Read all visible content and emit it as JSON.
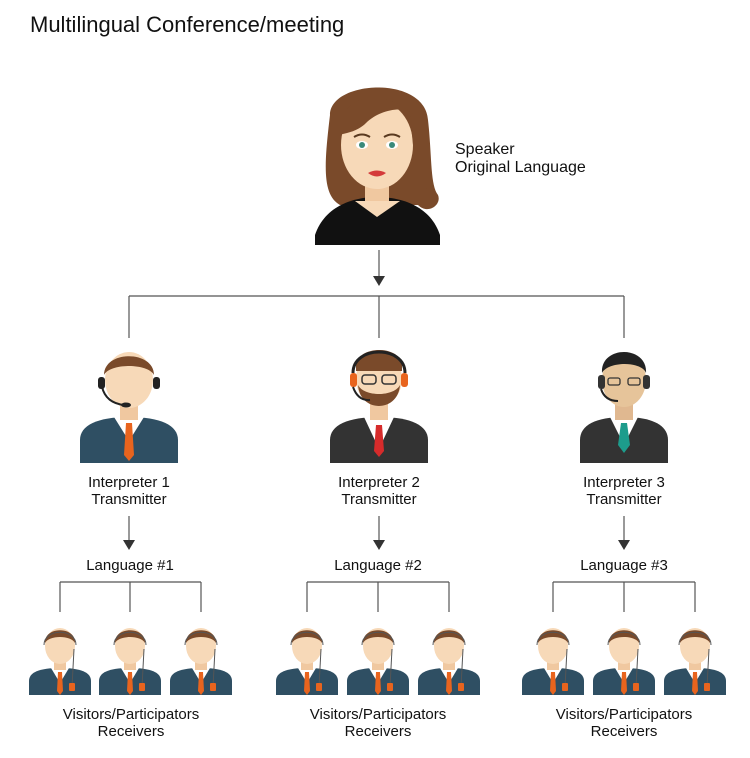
{
  "title": "Multilingual Conference/meeting",
  "speaker": {
    "line1": "Speaker",
    "line2": "Original Language"
  },
  "interpreters": [
    {
      "line1": "Interpreter 1",
      "line2": "Transmitter",
      "language": "Language #1"
    },
    {
      "line1": "Interpreter 2",
      "line2": "Transmitter",
      "language": "Language #2"
    },
    {
      "line1": "Interpreter 3",
      "line2": "Transmitter",
      "language": "Language #3"
    }
  ],
  "receivers": {
    "line1": "Visitors/Participators",
    "line2": "Receivers"
  },
  "colors": {
    "hair_brown": "#7a4a2a",
    "skin": "#f7d9b8",
    "suit_blue": "#2f4f63",
    "suit_dark": "#333333",
    "tie_orange": "#e8641e",
    "tie_red": "#d62b2b",
    "tie_teal": "#1d9c8c"
  }
}
